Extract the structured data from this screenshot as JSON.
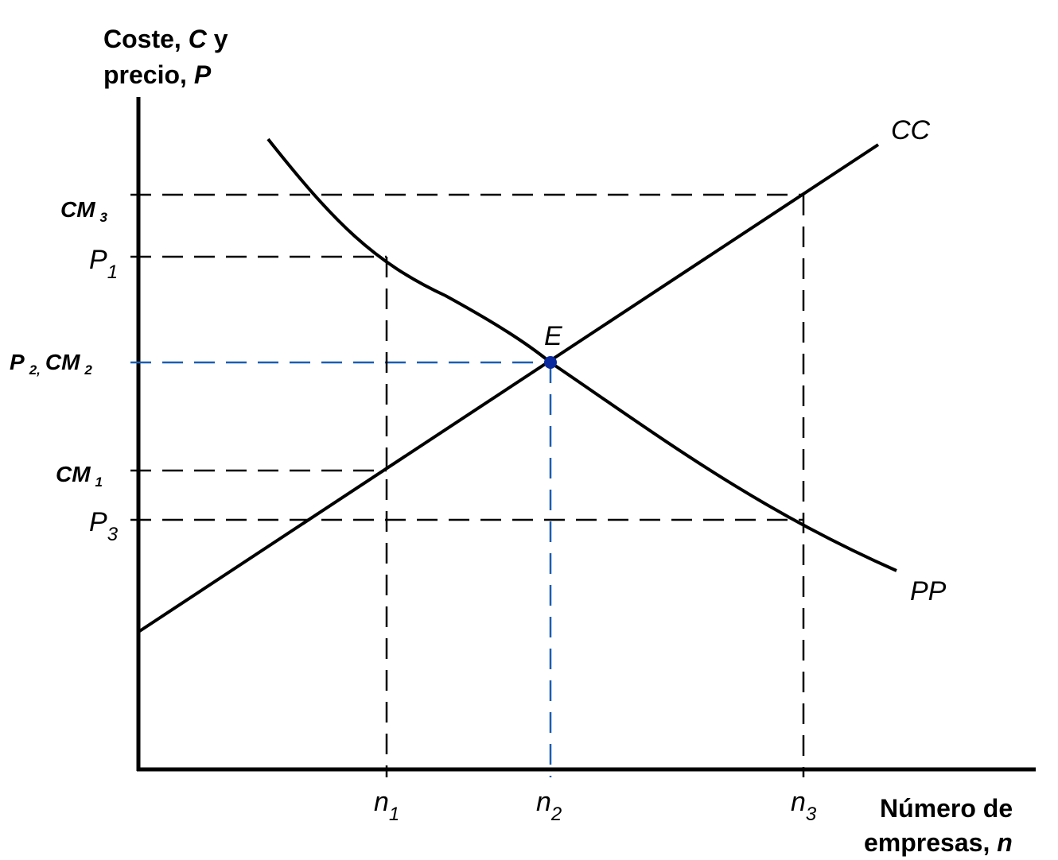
{
  "axes": {
    "y_title": {
      "line1": "Coste, ",
      "line1_var": "C",
      "line1_end": " y",
      "line2": "precio, ",
      "line2_var": "P"
    },
    "x_title": {
      "line1": "Número de",
      "line2": "empresas, ",
      "line2_var": "n"
    }
  },
  "curves": {
    "cc": "CC",
    "pp": "PP",
    "equilibrium": "E"
  },
  "y_labels": {
    "cm3": {
      "main": "CM",
      "sub": "3"
    },
    "p1": {
      "main": "P",
      "sub": "1"
    },
    "p2_cm2": {
      "p": "P",
      "psub": "2,",
      "cm": "CM",
      "cmsub": "2"
    },
    "cm1": {
      "main": "CM",
      "sub": "1"
    },
    "p3": {
      "main": "P",
      "sub": "3"
    }
  },
  "x_labels": {
    "n1": {
      "main": "n",
      "sub": "1"
    },
    "n2": {
      "main": "n",
      "sub": "2"
    },
    "n3": {
      "main": "n",
      "sub": "3"
    }
  },
  "colors": {
    "line": "#000000",
    "equilibrium_guide": "#1a5fb4",
    "equilibrium_point": "#0b2a9e"
  }
}
